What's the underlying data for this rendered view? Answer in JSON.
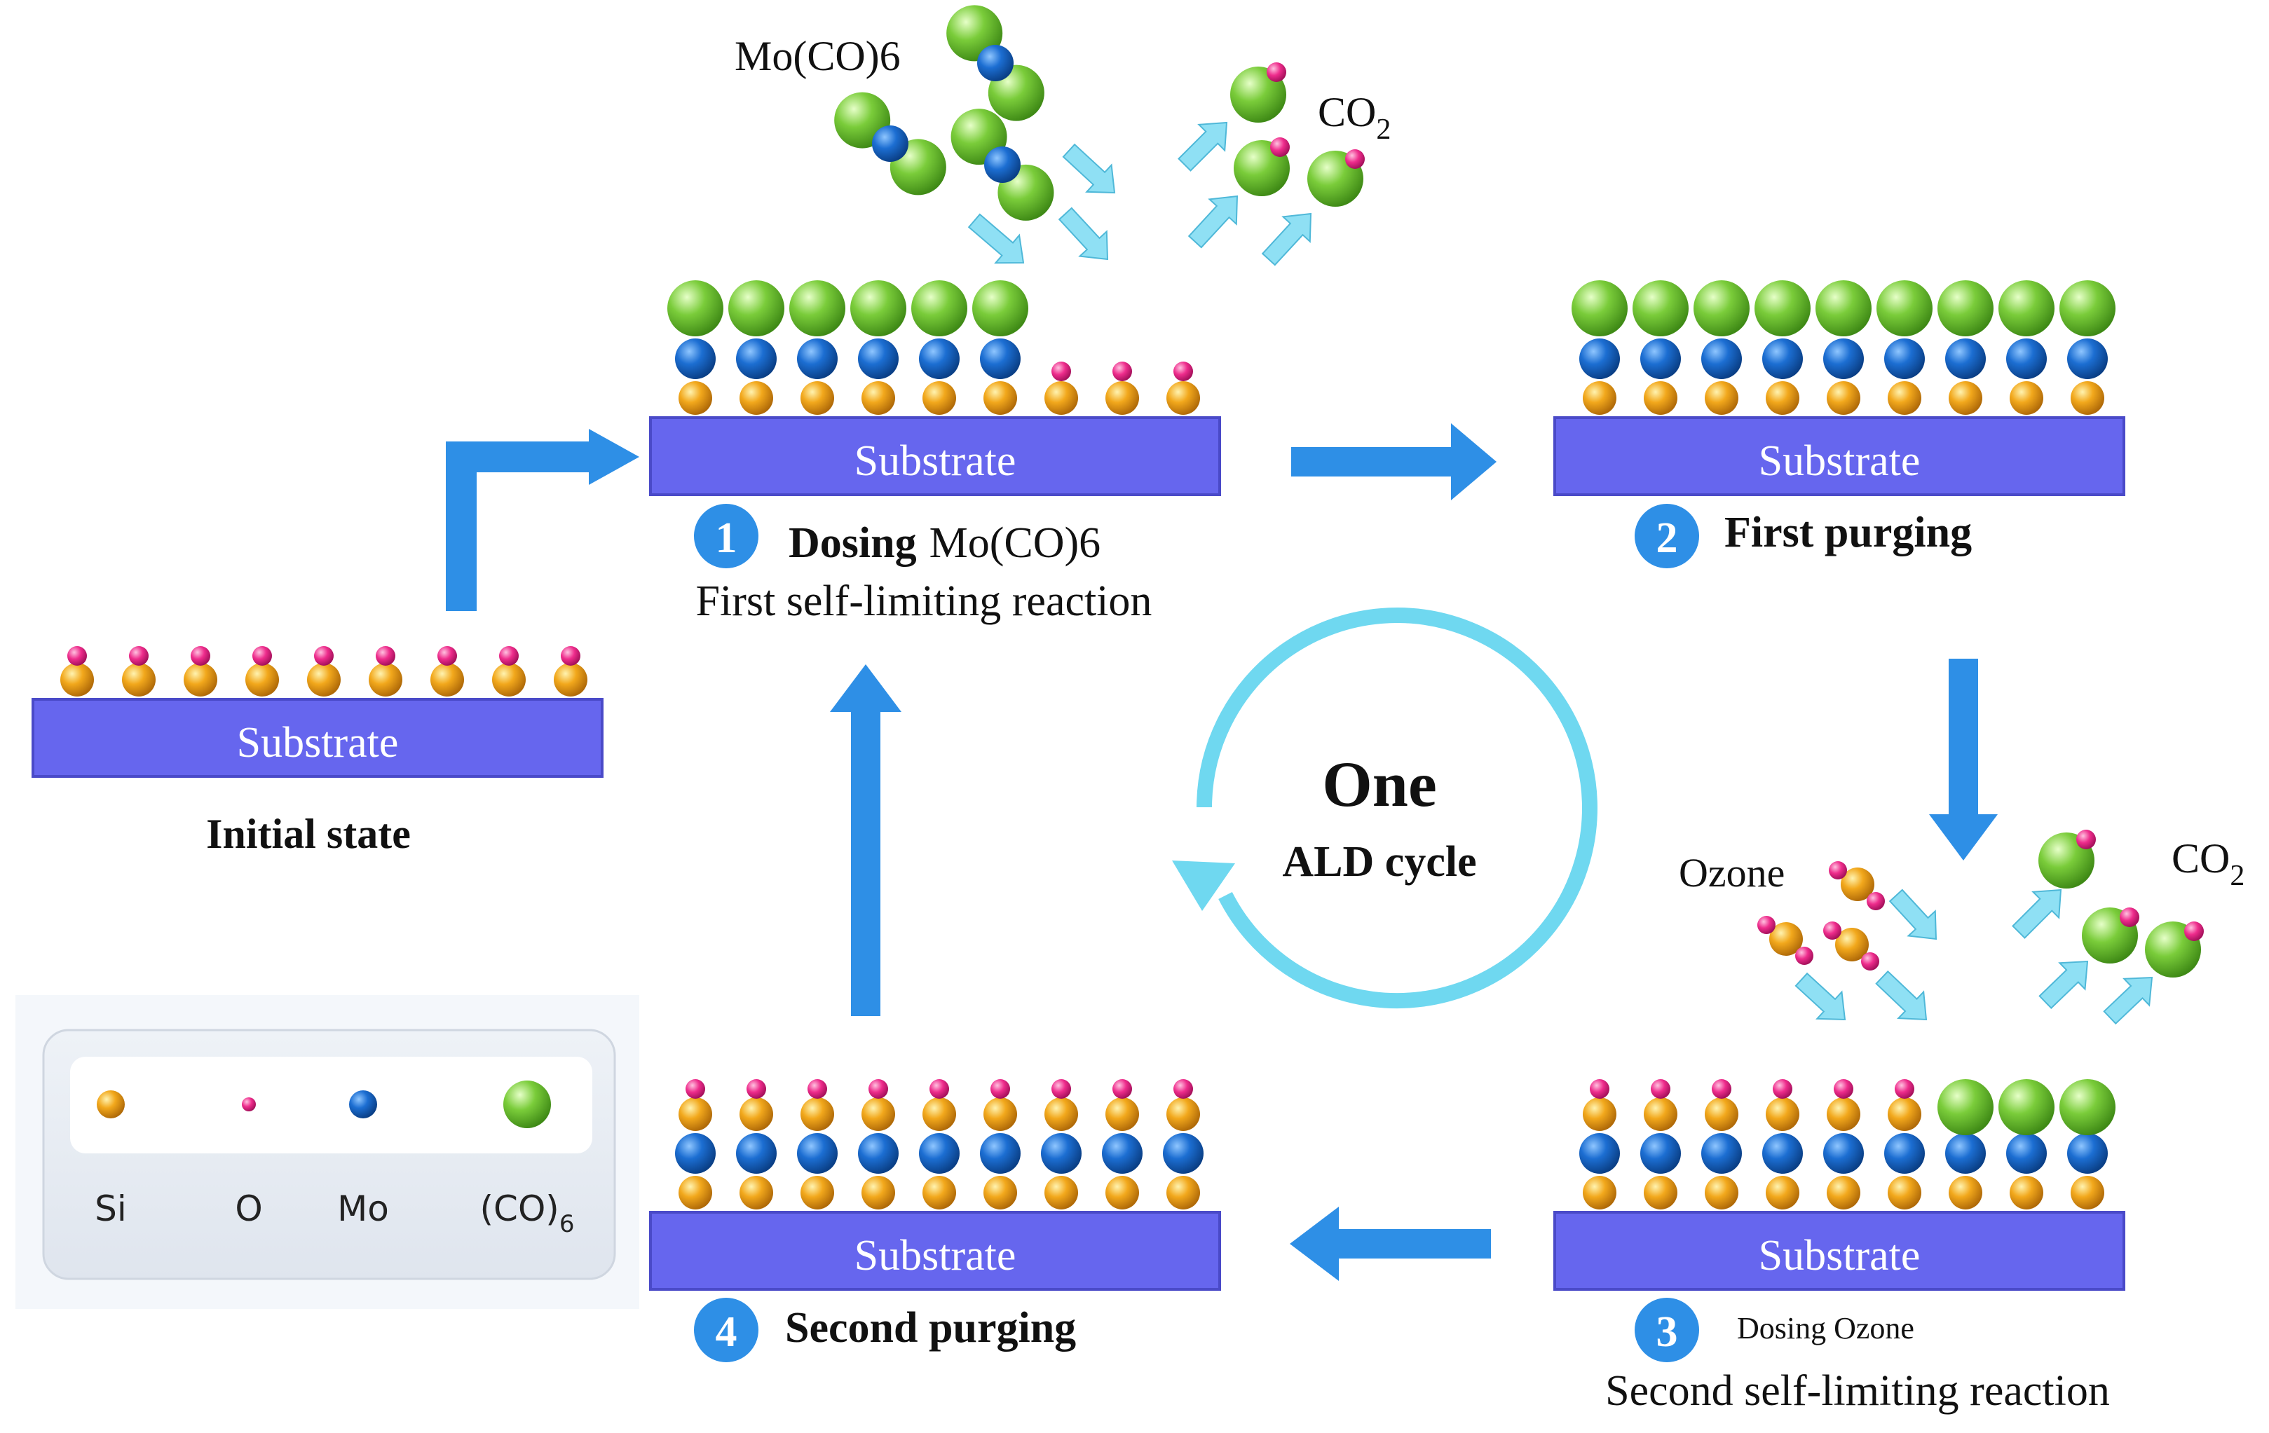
{
  "colors": {
    "substrate": "#6666ee",
    "substrate_dark": "#4a4ac8",
    "arrow": "#2e8fe6",
    "light_arrow": "#7fd8f0",
    "cycle": "#6fd8f0",
    "si": "#f2a81c",
    "o": "#ee2c8c",
    "mo": "#1c6ed2",
    "co6": "#7acc3a",
    "badge": "#2e8fe6"
  },
  "substrate_label": "Substrate",
  "initial": {
    "label": "Initial state"
  },
  "step1": {
    "number": "1",
    "title": "Dosing",
    "title_rest": "Mo(CO)6",
    "subtitle": "First self-limiting reaction"
  },
  "step2": {
    "number": "2",
    "title": "First purging"
  },
  "step3": {
    "number": "3",
    "title": "Dosing Ozone",
    "subtitle": "Second self-limiting reaction"
  },
  "step4": {
    "number": "4",
    "title": "Second purging"
  },
  "cycle": {
    "line1": "One",
    "line2": "ALD cycle"
  },
  "molecules": {
    "moco6": "Mo(CO)6",
    "co2_top": "CO",
    "co2_top_sub": "2",
    "ozone": "Ozone",
    "co2_right": "CO",
    "co2_right_sub": "2"
  },
  "legend": {
    "items": [
      {
        "label": "Si",
        "sub": "",
        "icon": "si-sphere-icon"
      },
      {
        "label": "O",
        "sub": "",
        "icon": "o-sphere-icon"
      },
      {
        "label": "Mo",
        "sub": "",
        "icon": "mo-sphere-icon"
      },
      {
        "label": "(CO)",
        "sub": "6",
        "icon": "co6-sphere-icon"
      }
    ]
  }
}
